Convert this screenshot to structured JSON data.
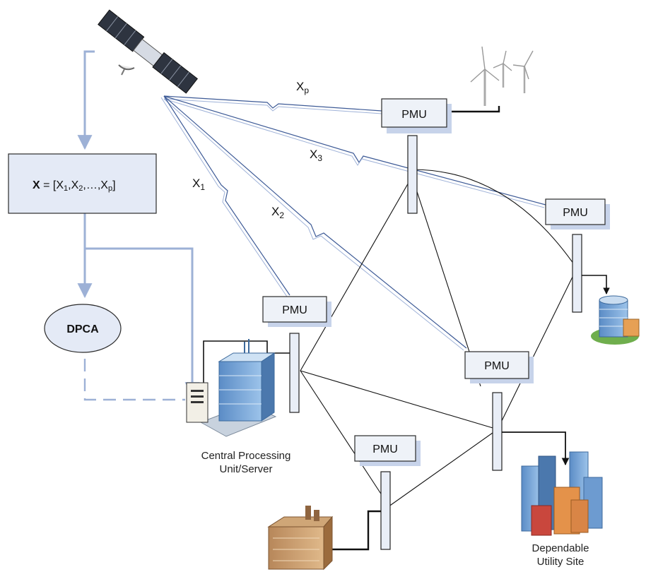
{
  "vector_box": {
    "bold": "X",
    "rest": " = [X",
    "s1": "1",
    "c1": ",X",
    "s2": "2",
    "c2": ",…,X",
    "sp": "p",
    "end": "]"
  },
  "dpca_label": "DPCA",
  "pmu_label": "PMU",
  "signals": {
    "x1": {
      "base": "X",
      "sub": "1"
    },
    "x2": {
      "base": "X",
      "sub": "2"
    },
    "x3": {
      "base": "X",
      "sub": "3"
    },
    "xp": {
      "base": "X",
      "sub": "p"
    }
  },
  "central_label": {
    "line1": "Central Processing",
    "line2": "Unit/Server"
  },
  "utility_label": {
    "line1": "Dependable",
    "line2": "Utility Site"
  },
  "colors": {
    "accent_flow": "#9db1d6",
    "box_fill": "#e4eaf6",
    "radio": "#3d5a96"
  },
  "icons": [
    "satellite-icon",
    "wind-turbine-icon",
    "office-building-icon",
    "server-building-icon",
    "factory-icon",
    "city-icon"
  ]
}
